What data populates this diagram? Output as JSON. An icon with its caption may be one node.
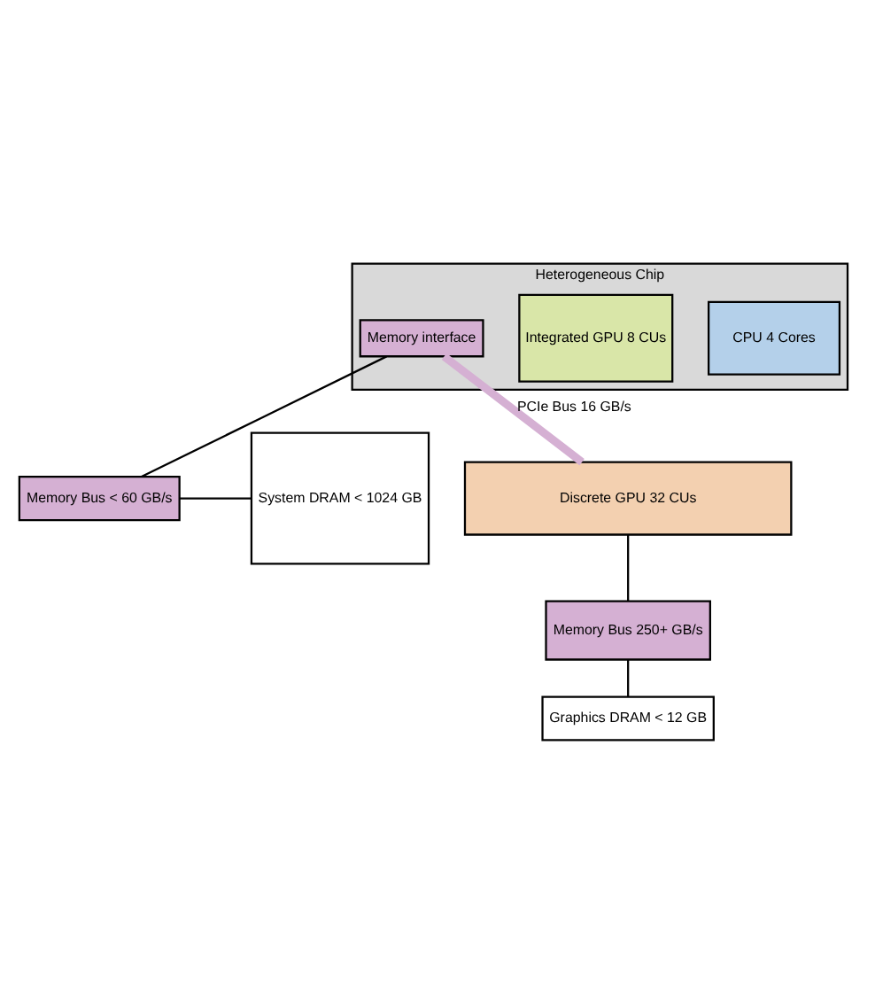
{
  "diagram": {
    "nodes": [
      {
        "text": [
          "Heterogeneous Chip"
        ]
      },
      {
        "text": [
          "CPU 4 Cores"
        ],
        "in": 0
      },
      {
        "text": [
          "Integrated GPU 8 CUs"
        ],
        "in": 0
      },
      {
        "text": [
          "Memory interface"
        ],
        "in": 0
      },
      {
        "text": [
          "Memory Bus < 60 GB/s"
        ]
      },
      {
        "text": [
          "System DRAM < 1024 GB"
        ]
      },
      {
        "text": [
          "Discrete GPU 32 CUs"
        ]
      },
      {
        "text": [
          "Memory Bus 250+ GB/s"
        ]
      },
      {
        "text": [
          "Graphics DRAM < 12 GB"
        ]
      }
    ],
    "edges": [
      {
        "from": 3,
        "to": 4,
        "arrow": "none"
      },
      {
        "from": 4,
        "to": 5,
        "arrow": "none"
      },
      {
        "from": 3,
        "to": 6,
        "arrow": "none",
        "label": "PCIe Bus 16 GB/s",
        "style": "thick",
        "color": "#d5b0d3"
      },
      {
        "from": 6,
        "to": 7,
        "arrow": "none"
      },
      {
        "from": 7,
        "to": 8,
        "arrow": "none"
      }
    ]
  }
}
